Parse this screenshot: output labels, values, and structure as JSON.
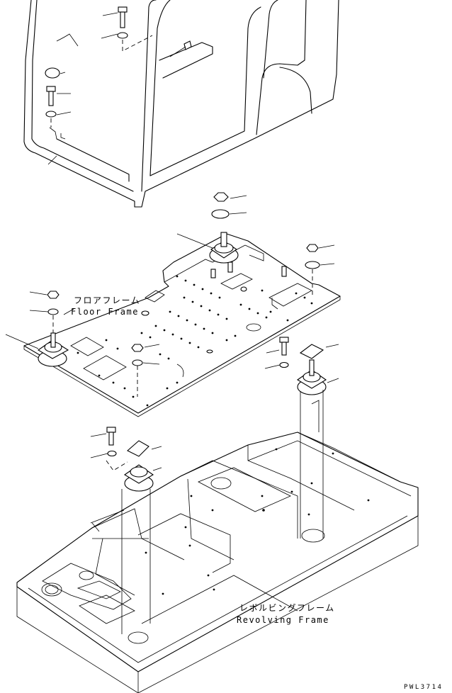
{
  "labels": {
    "floor_frame_jp": "フロアフレーム",
    "floor_frame_en": "Floor Frame",
    "revolving_frame_jp": "レボルビングフレーム",
    "revolving_frame_en": "Revolving Frame"
  },
  "drawing_code": "PWL3714"
}
